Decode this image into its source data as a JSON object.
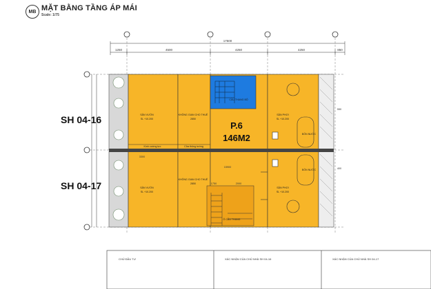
{
  "header": {
    "badge": "MB",
    "title": "MẶT BẰNG TẦNG ÁP MÁI",
    "scale": "Scale: 1/75"
  },
  "dimensions": {
    "overall": "17500",
    "top": [
      "1250",
      "4500",
      "4250",
      "4250",
      "850"
    ],
    "mid": [
      "3300",
      "15900"
    ],
    "lower_small": [
      "1750",
      "2000"
    ],
    "right_side": [
      "550",
      "400"
    ]
  },
  "units": {
    "upper": "SH 04-16",
    "lower": "SH 04-17"
  },
  "area": {
    "room_id": "P.6",
    "area": "146M2"
  },
  "rooms": {
    "san_vuon": "SÂN VƯỜN",
    "kinh_doanh": "KHÔNG GIAN CHO THUÊ",
    "san_phoi": "SÂN PHƠI",
    "stair": "CẦU THANG BỘ",
    "bon_nuoc": "BỒN NƯỚC",
    "ong_thang": "Ô CẦU THANG",
    "level_a": "SL +10.200",
    "level_b": "2850",
    "kinh_cuong": "Kính cường lực",
    "cua": "Cửa thông tường"
  },
  "title_block": {
    "col1": "CHỦ ĐẦU TƯ",
    "col2": "XÁC NHẬN CỦA CHỦ NHÀ SH 04-16",
    "col3": "XÁC NHẬN CỦA CHỦ NHÀ SH 04-17"
  },
  "colors": {
    "room_fill": "#F7B528",
    "stair_fill": "#1E7BE0",
    "garden_green": "#9fb88f"
  }
}
